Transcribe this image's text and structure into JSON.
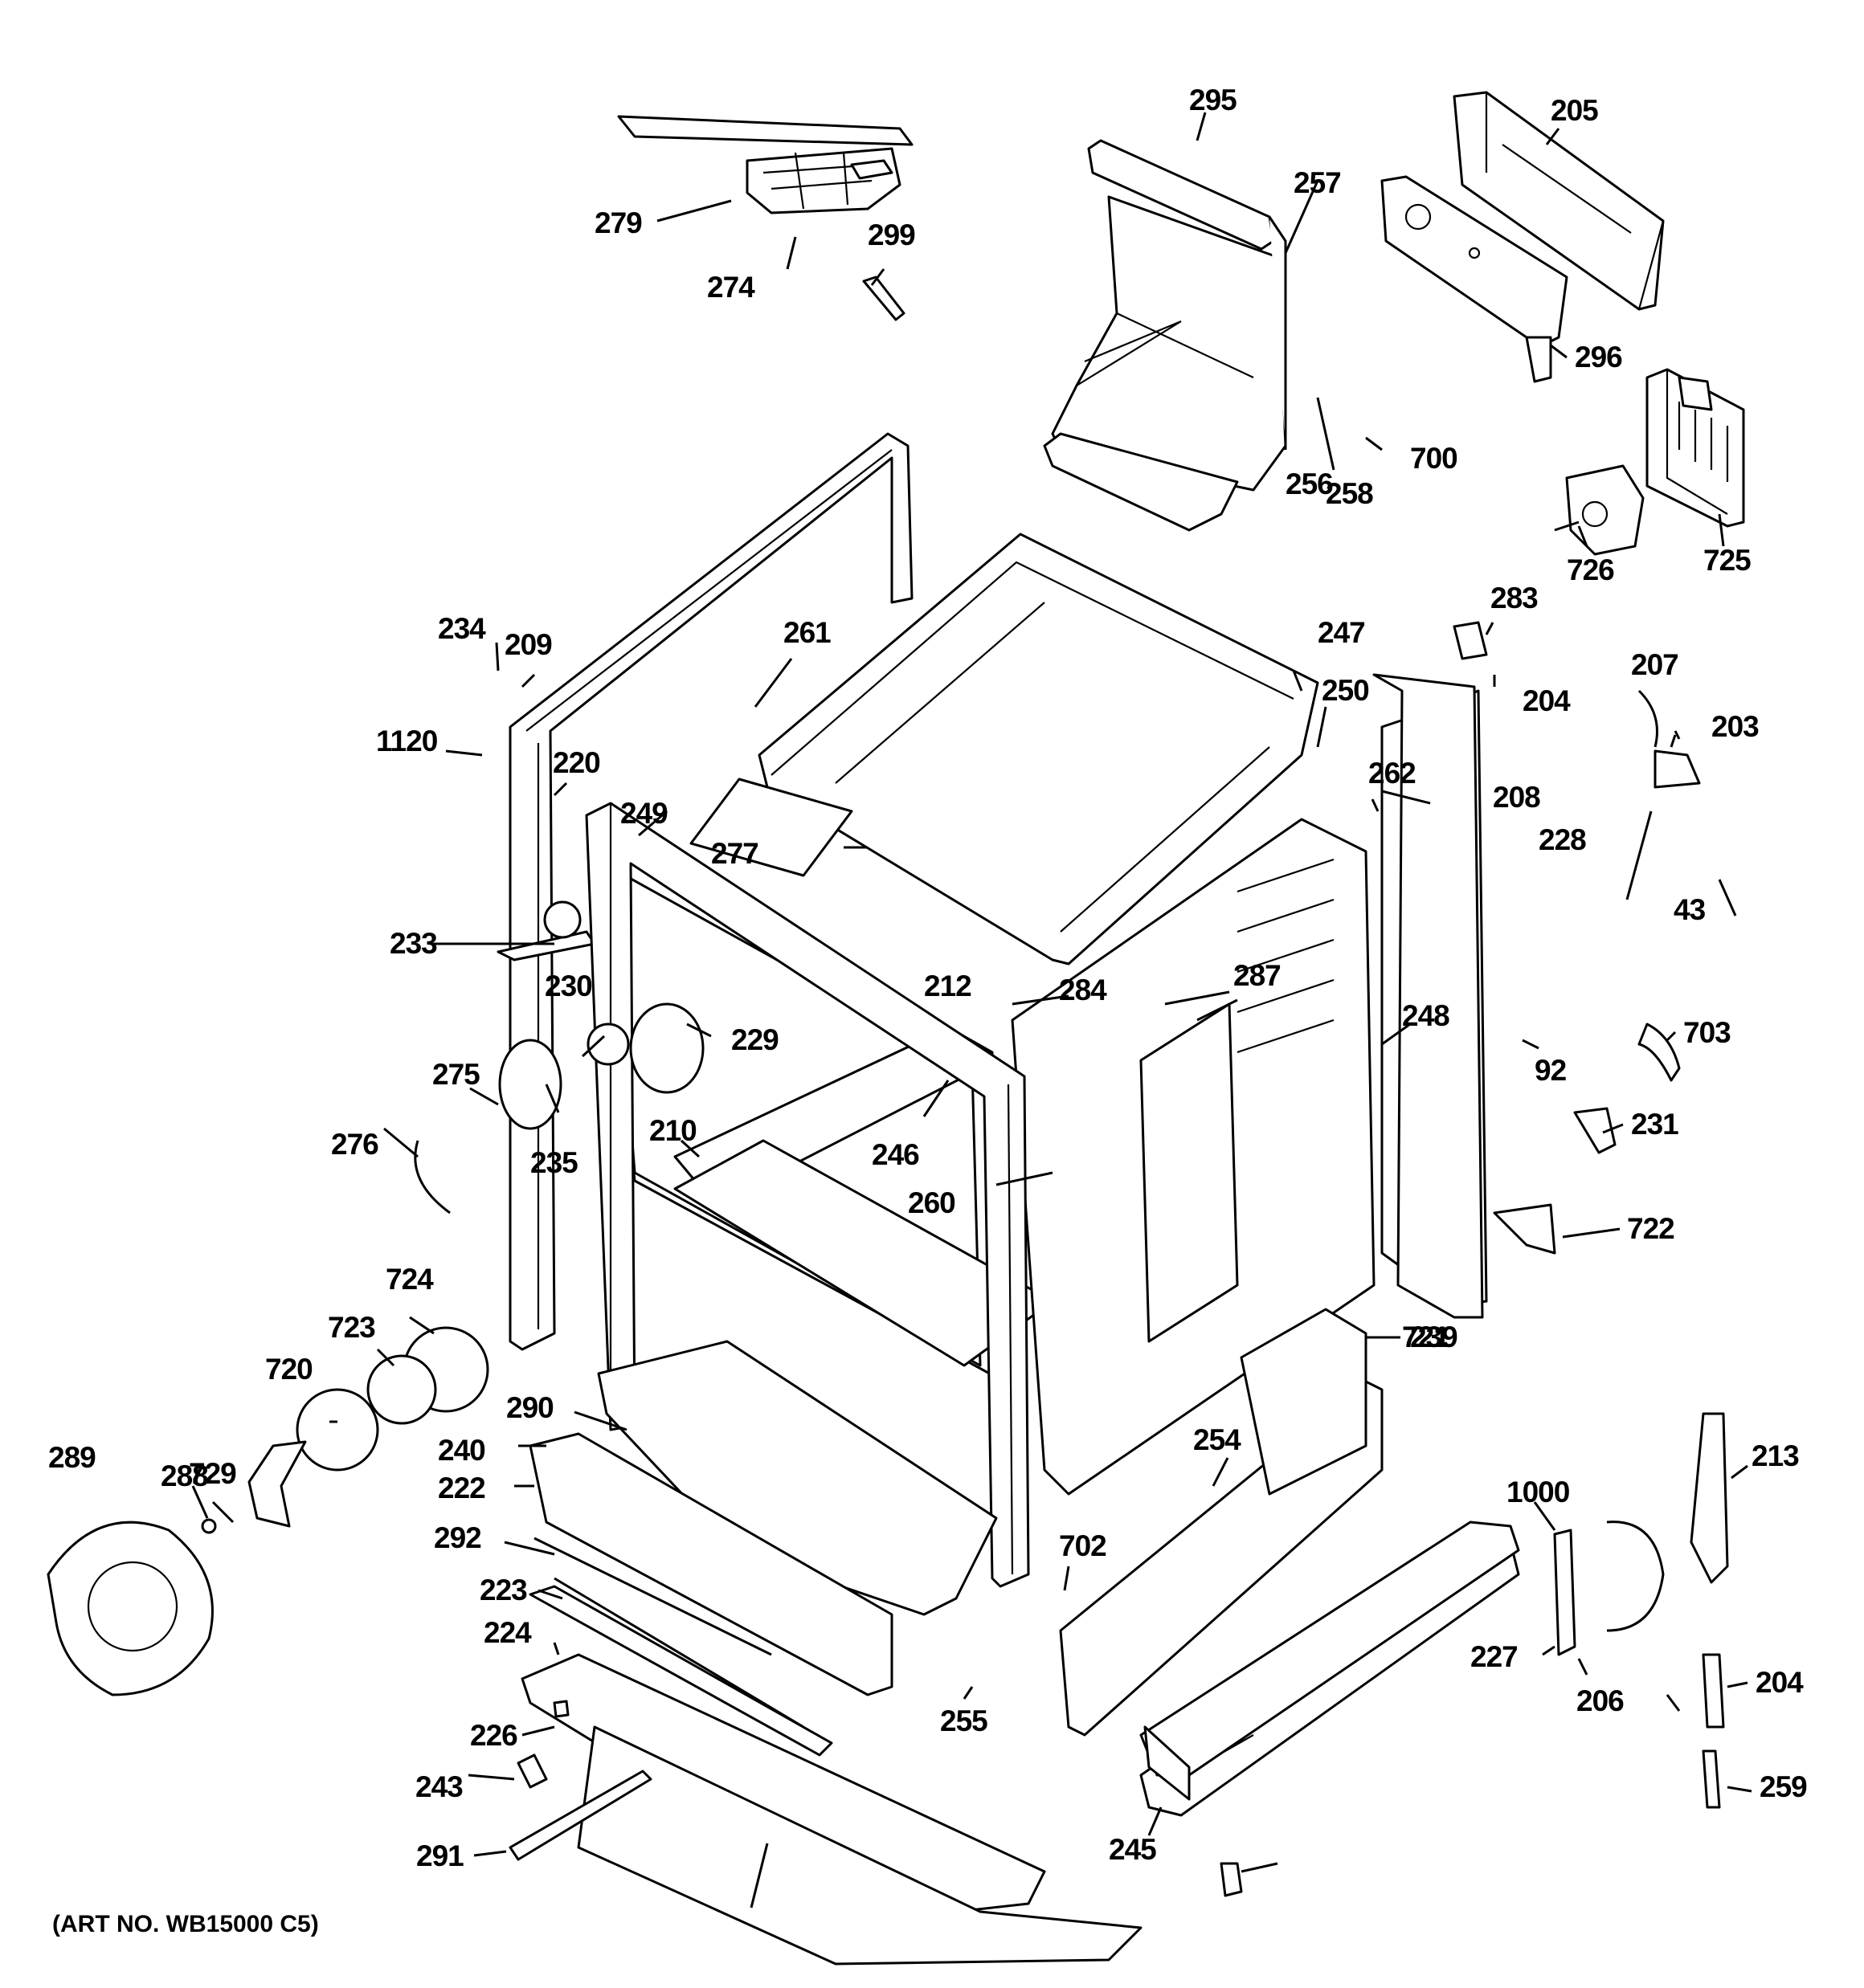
{
  "diagram": {
    "caption": "(ART NO. WB15000 C5)",
    "part_numbers": [
      "295",
      "205",
      "257",
      "279",
      "274",
      "299",
      "296",
      "258",
      "700",
      "256",
      "725",
      "726",
      "234",
      "209",
      "261",
      "247",
      "283",
      "250",
      "204",
      "207",
      "203",
      "1120",
      "220",
      "262",
      "208",
      "228",
      "249",
      "277",
      "43",
      "233",
      "212",
      "284",
      "287",
      "230",
      "229",
      "248",
      "92",
      "703",
      "275",
      "231",
      "276",
      "235",
      "210",
      "246",
      "260",
      "724",
      "723",
      "239",
      "722",
      "721",
      "720",
      "729",
      "289",
      "288",
      "290",
      "240",
      "222",
      "254",
      "1000",
      "213",
      "292",
      "702",
      "223",
      "224",
      "227",
      "206",
      "204",
      "255",
      "226",
      "243",
      "259",
      "245",
      "291"
    ]
  }
}
